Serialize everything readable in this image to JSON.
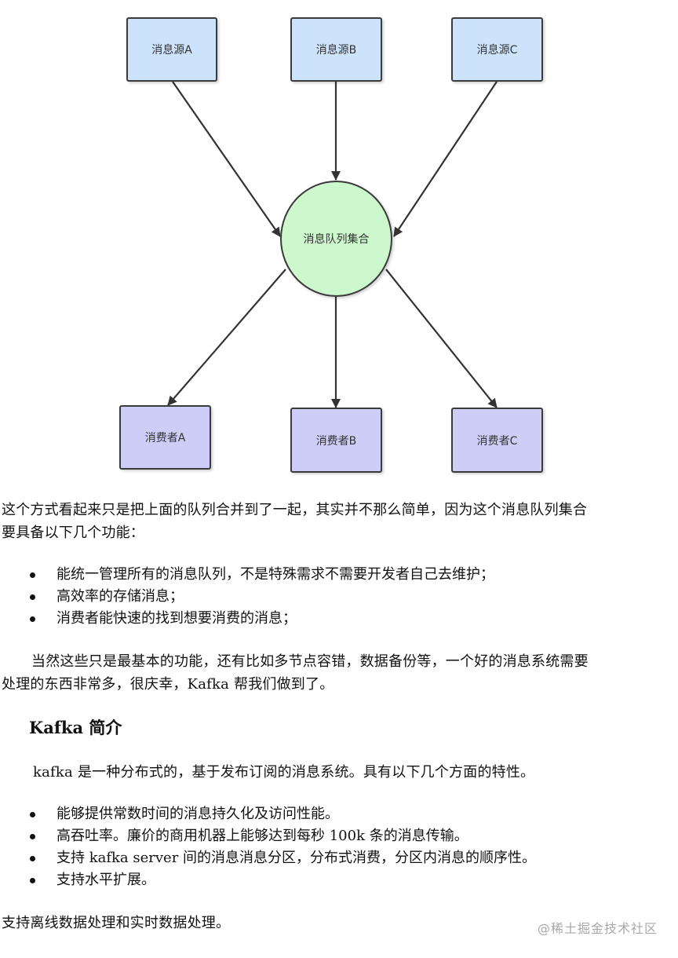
{
  "diagram": {
    "sources": [
      "消息源A",
      "消息源B",
      "消息源C"
    ],
    "hub": "消息队列集合",
    "consumers": [
      "消费者A",
      "消费者B",
      "消费者C"
    ],
    "colors": {
      "source_fill": "#cde3fb",
      "hub_fill": "#cdf8cd",
      "consumer_fill": "#cdcdf8",
      "stroke": "#3b3b3b"
    }
  },
  "content": {
    "para1_line1": "这个方式看起来只是把上面的队列合并到了一起，其实并不那么简单，因为这个消息队列集合",
    "para1_line2": "要具备以下几个功能：",
    "features": [
      "能统一管理所有的消息队列，不是特殊需求不需要开发者自己去维护；",
      "高效率的存储消息；",
      "消费者能快速的找到想要消费的消息；"
    ],
    "para2_line1": "当然这些只是最基本的功能，还有比如多节点容错，数据备份等，一个好的消息系统需要",
    "para2_line2": "处理的东西非常多，很庆幸，Kafka 帮我们做到了。",
    "heading": "Kafka  简介",
    "intro": "kafka 是一种分布式的，基于发布订阅的消息系统。具有以下几个方面的特性。",
    "traits": [
      "能够提供常数时间的消息持久化及访问性能。",
      "高吞吐率。廉价的商用机器上能够达到每秒 100k 条的消息传输。",
      "支持 kafka server 间的消息消息分区，分布式消费，分区内消息的顺序性。",
      "支持水平扩展。"
    ],
    "closing": "支持离线数据处理和实时数据处理。"
  },
  "watermark": "@稀土掘金技术社区"
}
